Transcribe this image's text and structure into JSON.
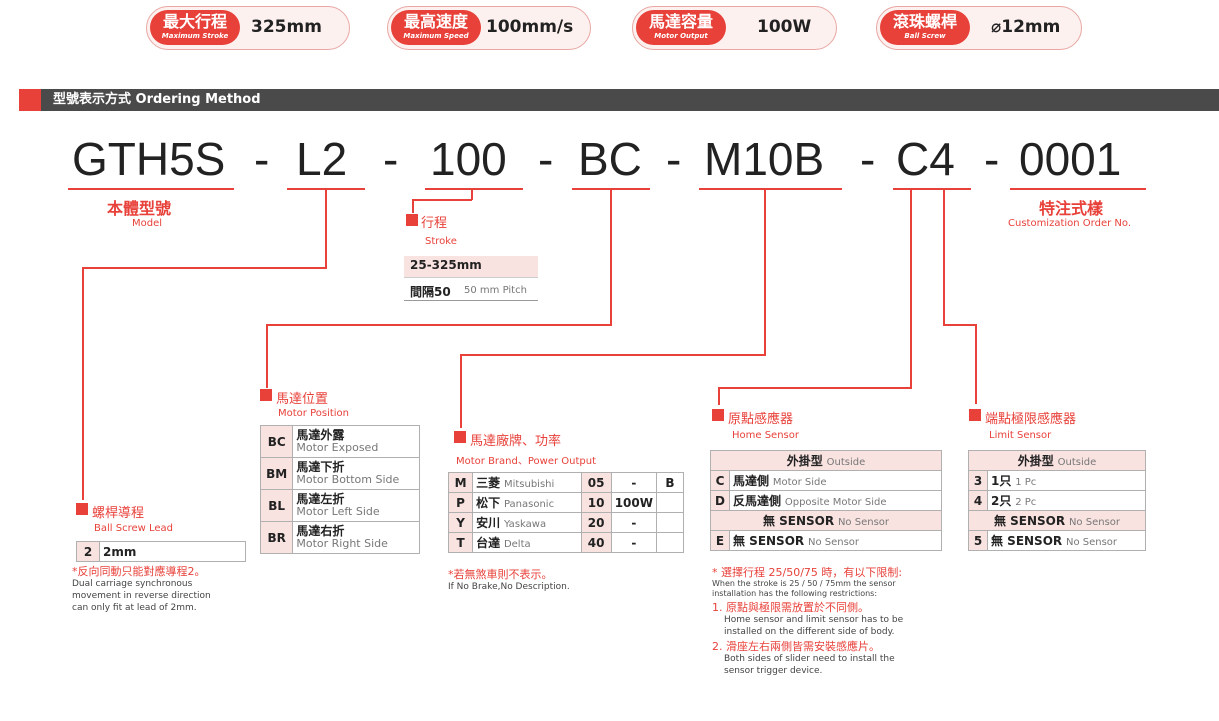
{
  "specs": [
    {
      "zh": "最大行程",
      "en": "Maximum Stroke",
      "value": "325mm"
    },
    {
      "zh": "最高速度",
      "en": "Maximum Speed",
      "value": "100mm/s"
    },
    {
      "zh": "馬達容量",
      "en": "Motor Output",
      "value": "100W"
    },
    {
      "zh": "滾珠螺桿",
      "en": "Ball Screw",
      "value": "⌀12mm"
    }
  ],
  "header": {
    "title": "型號表示方式 Ordering Method"
  },
  "code": {
    "parts": [
      "GTH5S",
      "L2",
      "100",
      "BC",
      "M10B",
      "C4",
      "0001"
    ],
    "dash": "-"
  },
  "model": {
    "zh": "本體型號",
    "en": "Model"
  },
  "custom": {
    "zh": "特注式樣",
    "en": "Customization Order No."
  },
  "stroke": {
    "zh": "行程",
    "en": "Stroke",
    "range": "25-325mm",
    "pitch_zh": "間隔50",
    "pitch_en": "50 mm Pitch"
  },
  "motor_position": {
    "zh": "馬達位置",
    "en": "Motor Position",
    "rows": [
      {
        "code": "BC",
        "zh": "馬達外露",
        "en": "Motor Exposed"
      },
      {
        "code": "BM",
        "zh": "馬達下折",
        "en": "Motor Bottom Side"
      },
      {
        "code": "BL",
        "zh": "馬達左折",
        "en": "Motor Left Side"
      },
      {
        "code": "BR",
        "zh": "馬達右折",
        "en": "Motor Right Side"
      }
    ]
  },
  "motor_brand": {
    "zh": "馬達廠牌、功率",
    "en": "Motor Brand、Power Output",
    "rows": [
      {
        "code": "M",
        "zh": "三菱",
        "en": "Mitsubishi",
        "num": "05",
        "power": "-",
        "brake": "B"
      },
      {
        "code": "P",
        "zh": "松下",
        "en": "Panasonic",
        "num": "10",
        "power": "100W",
        "brake": ""
      },
      {
        "code": "Y",
        "zh": "安川",
        "en": "Yaskawa",
        "num": "20",
        "power": "-",
        "brake": ""
      },
      {
        "code": "T",
        "zh": "台達",
        "en": "Delta",
        "num": "40",
        "power": "-",
        "brake": ""
      }
    ],
    "note_zh": "*若無煞車則不表示。",
    "note_en": "If No Brake,No Description."
  },
  "lead": {
    "zh": "螺桿導程",
    "en": "Ball Screw Lead",
    "code": "2",
    "value": "2mm",
    "note_zh": "*反向同動只能對應導程2。",
    "note_en1": "Dual carriage synchronous",
    "note_en2": "movement in reverse direction",
    "note_en3": "can only fit at lead of 2mm."
  },
  "home_sensor": {
    "zh": "原點感應器",
    "en": "Home Sensor",
    "head_zh": "外掛型",
    "head_en": "Outside",
    "rows": [
      {
        "code": "C",
        "zh": "馬達側",
        "en": "Motor Side"
      },
      {
        "code": "D",
        "zh": "反馬達側",
        "en": "Opposite Motor Side"
      }
    ],
    "none_zh": "無 SENSOR",
    "none_en": "No Sensor",
    "row_e": {
      "code": "E",
      "zh": "無 SENSOR",
      "en": "No Sensor"
    },
    "note_title": "* 選擇行程 25/50/75 時，有以下限制:",
    "note_en1": "When the stroke is 25 / 50 / 75mm the sensor",
    "note_en2": "installation has the following restrictions:",
    "n1_zh": "1. 原點與極限需放置於不同側。",
    "n1_en1": "Home sensor and limit sensor has to be",
    "n1_en2": "installed on the different side of body.",
    "n2_zh": "2. 滑座左右兩側皆需安裝感應片。",
    "n2_en1": "Both sides of slider need to install the",
    "n2_en2": "sensor trigger device."
  },
  "limit_sensor": {
    "zh": "端點極限感應器",
    "en": "Limit Sensor",
    "head_zh": "外掛型",
    "head_en": "Outside",
    "rows": [
      {
        "code": "3",
        "zh": "1只",
        "en": "1 Pc"
      },
      {
        "code": "4",
        "zh": "2只",
        "en": "2 Pc"
      }
    ],
    "none_zh": "無 SENSOR",
    "none_en": "No Sensor",
    "row_5": {
      "code": "5",
      "zh": "無 SENSOR",
      "en": "No Sensor"
    }
  },
  "colors": {
    "accent": "#e8413a",
    "header_bg": "#4a4a4a"
  }
}
